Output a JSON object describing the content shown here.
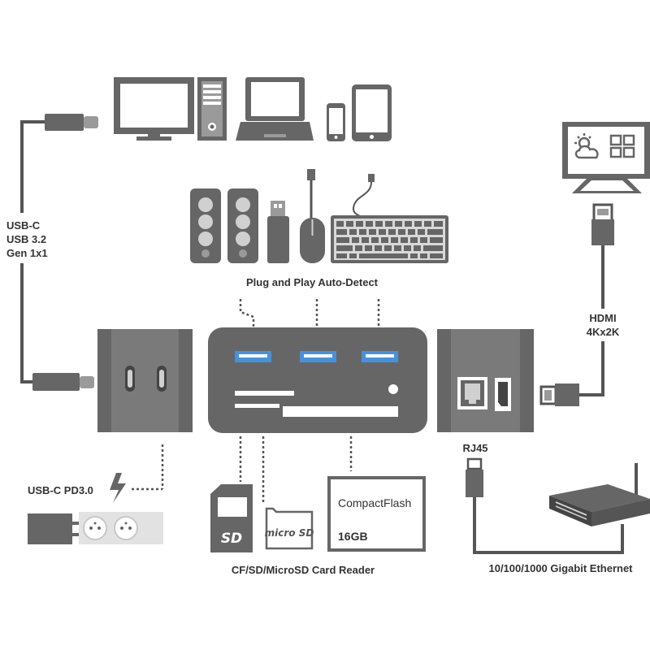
{
  "labels": {
    "usbc_line1": "USB-C",
    "usbc_line2": "USB 3.2",
    "usbc_line3": "Gen 1x1",
    "plug_and_play": "Plug and Play Auto-Detect",
    "hdmi_line1": "HDMI",
    "hdmi_line2": "4Kx2K",
    "rj45": "RJ45",
    "usbc_pd": "USB-C PD3.0",
    "card_reader": "CF/SD/MicroSD Card Reader",
    "ethernet": "10/100/1000 Gigabit Ethernet"
  },
  "cards": {
    "cf_brand": "CompactFlash",
    "cf_capacity": "16GB",
    "sd_logo": "SD",
    "microsd_logo": "micro SD"
  },
  "colors": {
    "device_dark": "#666666",
    "device_mid": "#7a7a7a",
    "device_light": "#9a9a9a",
    "usb_port_blue": "#4a90d9",
    "line": "#555555",
    "label_text": "#333333"
  },
  "icons": [
    "monitor-icon",
    "pc-tower-icon",
    "laptop-icon",
    "smartphone-icon",
    "tablet-icon",
    "speakers-icon",
    "usb-stick-icon",
    "mouse-icon",
    "keyboard-icon",
    "tv-icon",
    "hdmi-plug-icon",
    "rj45-plug-icon",
    "router-icon",
    "power-adapter-icon",
    "power-socket-icon",
    "lightning-icon",
    "sd-card-icon",
    "microsd-card-icon",
    "compactflash-card-icon"
  ]
}
